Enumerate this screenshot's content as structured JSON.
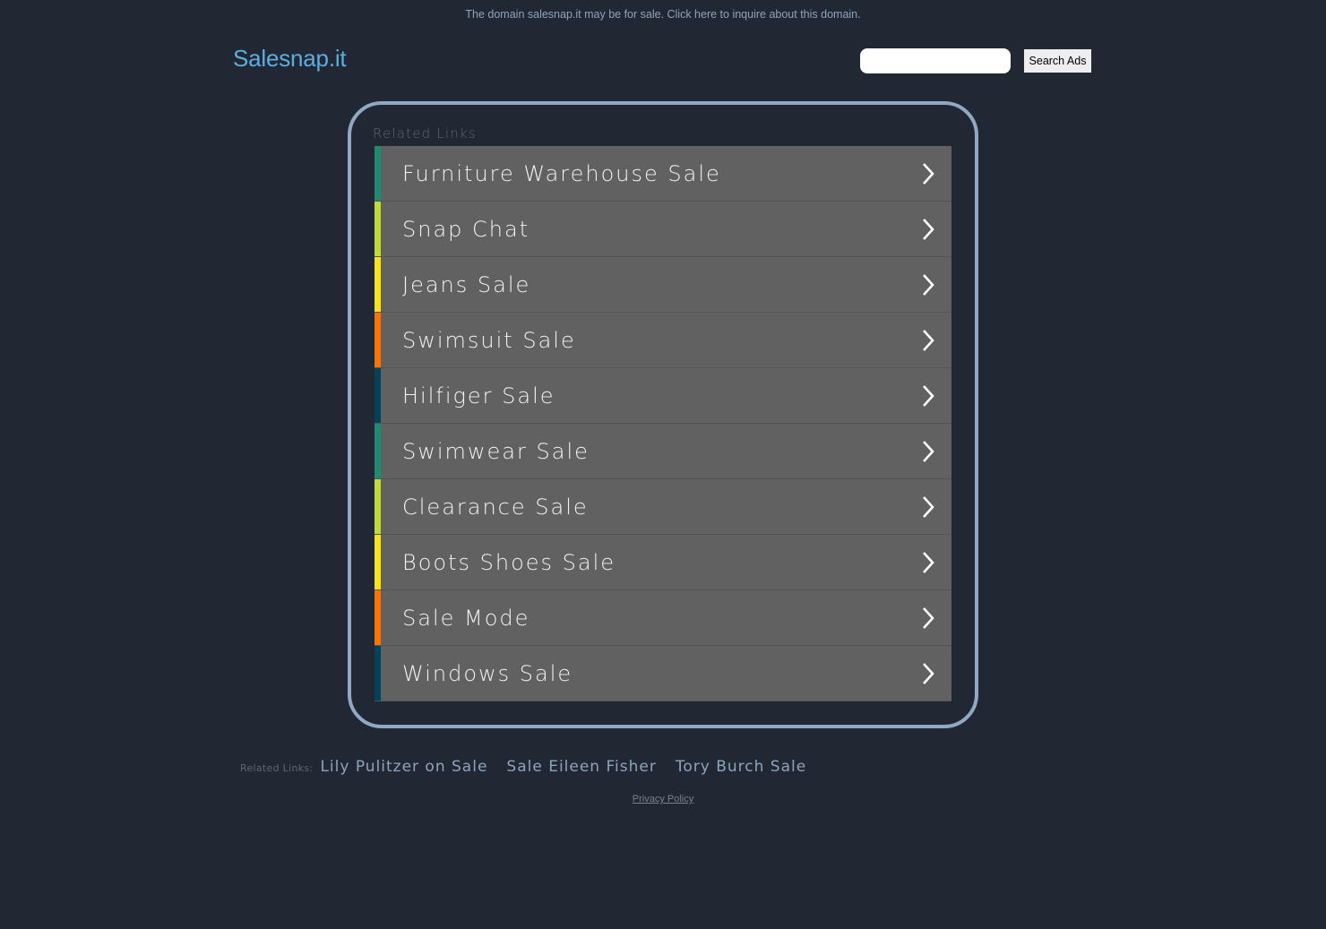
{
  "topbar": {
    "text": "The domain salesnap.it may be for sale. Click here to inquire about this domain."
  },
  "header": {
    "logo": "Salesnap.it",
    "search": {
      "value": "",
      "placeholder": ""
    },
    "search_button": "Search Ads"
  },
  "panel": {
    "title": "Related Links",
    "items": [
      {
        "label": "Furniture Warehouse Sale",
        "color": "#1f8a70"
      },
      {
        "label": "Snap Chat",
        "color": "#bedb39"
      },
      {
        "label": "Jeans Sale",
        "color": "#ffe11a"
      },
      {
        "label": "Swimsuit Sale",
        "color": "#fd7400"
      },
      {
        "label": "Hilfiger Sale",
        "color": "#004358"
      },
      {
        "label": "Swimwear Sale",
        "color": "#1f8a70"
      },
      {
        "label": "Clearance Sale",
        "color": "#bedb39"
      },
      {
        "label": "Boots Shoes Sale",
        "color": "#ffe11a"
      },
      {
        "label": "Sale Mode",
        "color": "#fd7400"
      },
      {
        "label": "Windows Sale",
        "color": "#004358"
      }
    ],
    "chevron_icon": "chevron-right-icon"
  },
  "footer": {
    "related_label": "Related Links:",
    "links": [
      "Lily Pulitzer on Sale",
      "Sale Eileen Fisher",
      "Tory Burch Sale"
    ],
    "privacy": "Privacy Policy"
  }
}
